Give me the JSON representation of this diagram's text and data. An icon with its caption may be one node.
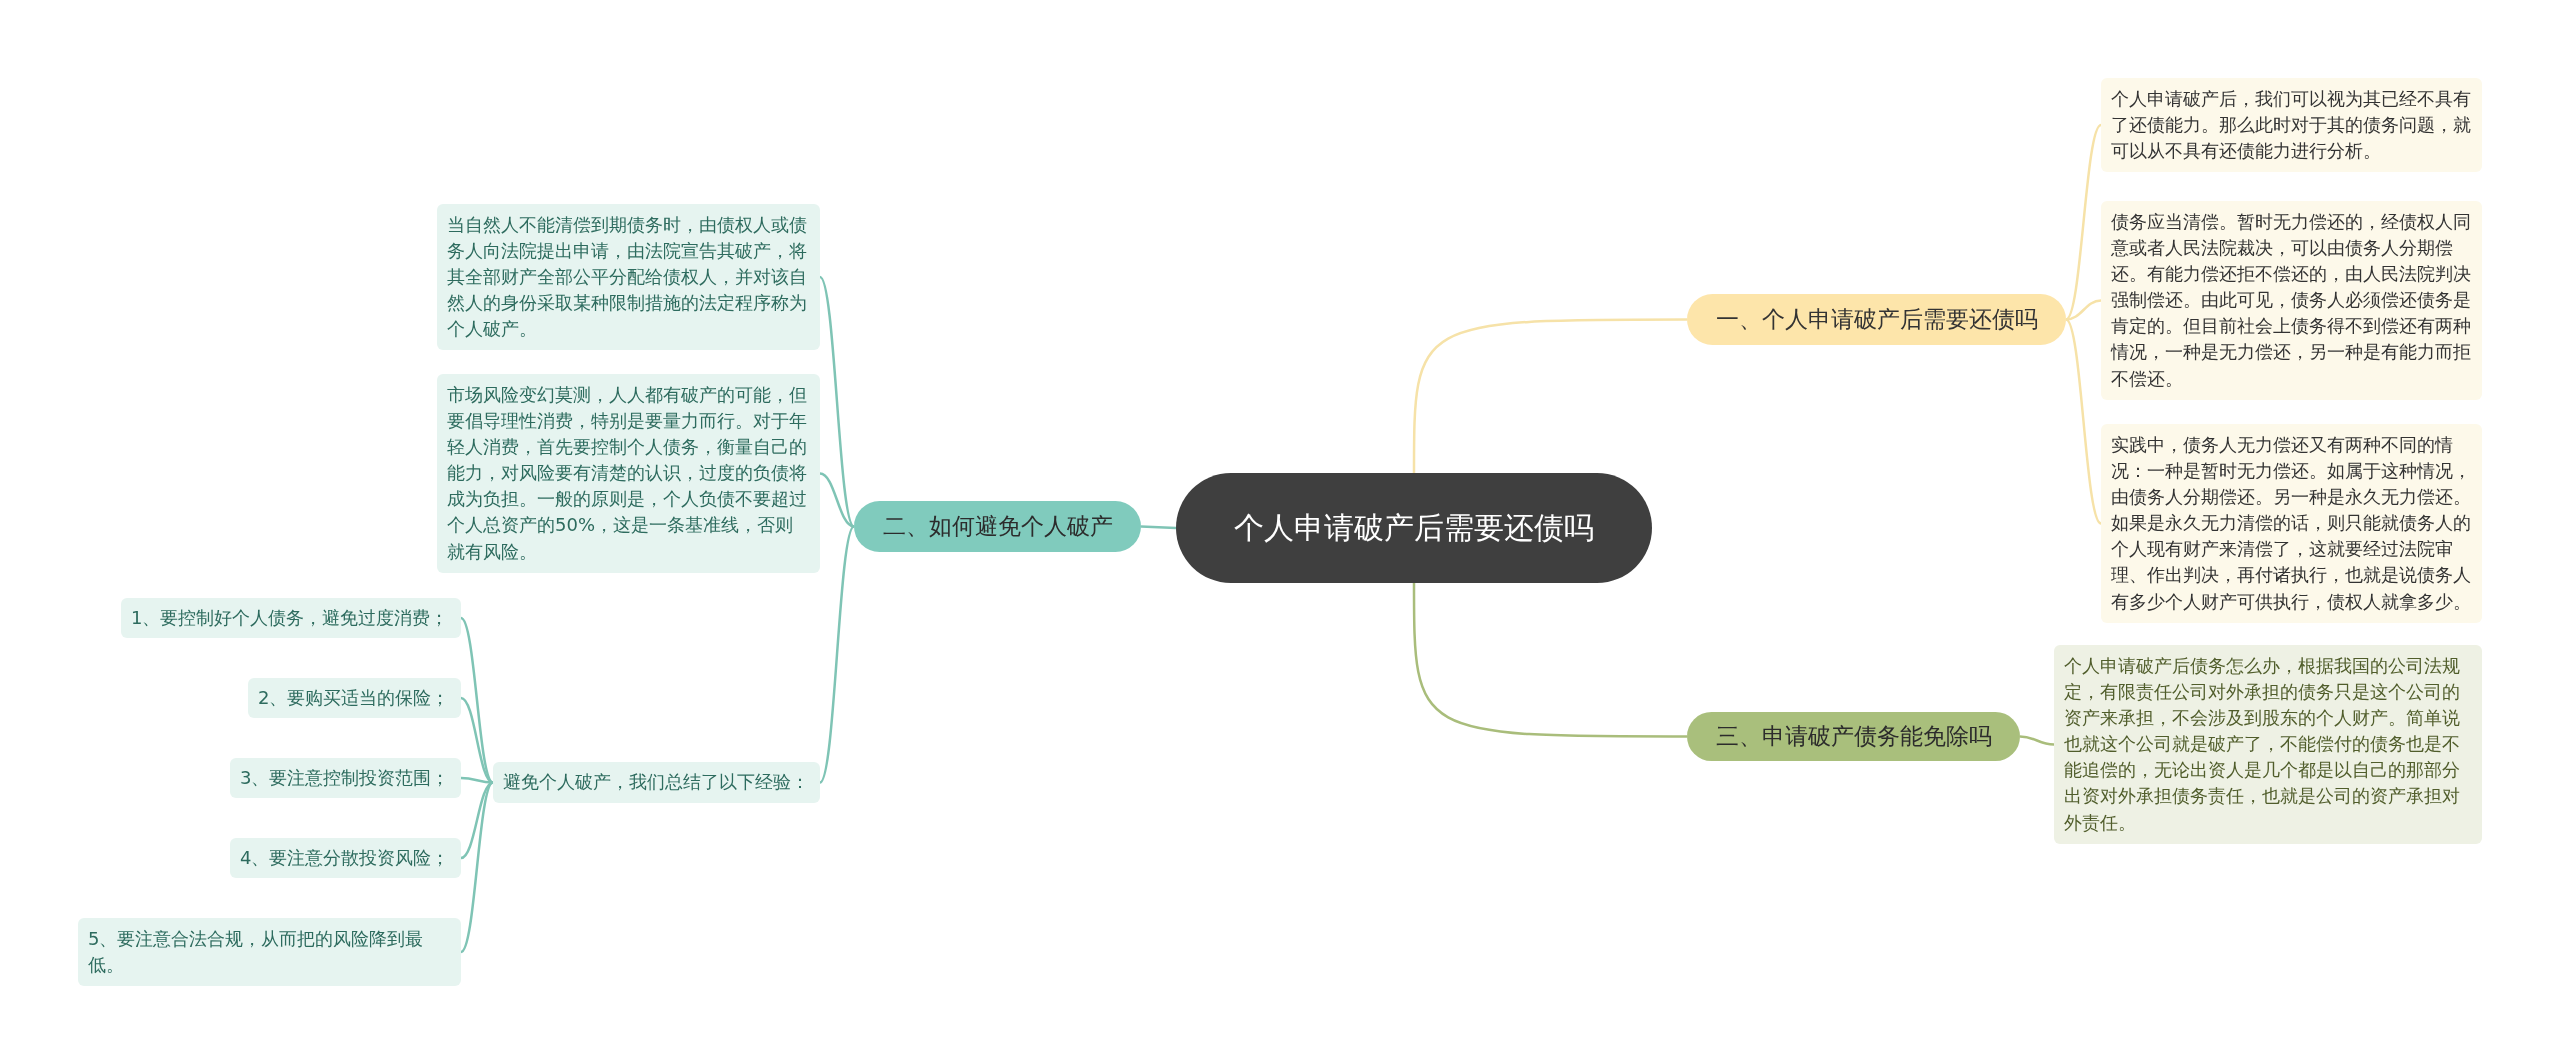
{
  "diagram": {
    "nodes": [
      {
        "text": [
          "个人申请破产后需要还债吗"
        ]
      },
      {
        "text": [
          "一、个人申请破产后需要还债吗"
        ]
      },
      {
        "text": [
          "个人申请破产后，我们可以视为其已经不具有了还债能力。那么此时对于其的债务问题，就可以从不具有还债能力进行分析。"
        ]
      },
      {
        "text": [
          "债务应当清偿。暂时无力偿还的，经债权人同意或者人民法院裁决，可以由债务人分期偿还。有能力偿还拒不偿还的，由人民法院判决强制偿还。由此可见，债务人必须偿还债务是肯定的。但目前社会上债务得不到偿还有两种情况，一种是无力偿还，另一种是有能力而拒不偿还。"
        ]
      },
      {
        "text": [
          "实践中，债务人无力偿还又有两种不同的情况：一种是暂时无力偿还。如属于这种情况，由债务人分期偿还。另一种是永久无力偿还。如果是永久无力清偿的话，则只能就债务人的个人现有财产来清偿了，这就要经过法院审理、作出判决，再付诸执行，也就是说债务人有多少个人财产可供执行，债权人就拿多少。"
        ]
      },
      {
        "text": [
          "二、如何避免个人破产"
        ]
      },
      {
        "text": [
          "当自然人不能清偿到期债务时，由债权人或债务人向法院提出申请，由法院宣告其破产，将其全部财产全部公平分配给债权人，并对该自然人的身份采取某种限制措施的法定程序称为个人破产。"
        ]
      },
      {
        "text": [
          "市场风险变幻莫测，人人都有破产的可能，但要倡导理性消费，特别是要量力而行。对于年轻人消费，首先要控制个人债务，衡量自己的能力，对风险要有清楚的认识，过度的负债将成为负担。一般的原则是，个人负债不要超过个人总资产的50%，这是一条基准线，否则就有风险。"
        ]
      },
      {
        "text": [
          "避免个人破产，我们总结了以下经验："
        ]
      },
      {
        "text": [
          "1、要控制好个人债务，避免过度消费；"
        ]
      },
      {
        "text": [
          "2、要购买适当的保险；"
        ]
      },
      {
        "text": [
          "3、要注意控制投资范围；"
        ]
      },
      {
        "text": [
          "4、要注意分散投资风险；"
        ]
      },
      {
        "text": [
          "5、要注意合法合规，从而把的风险降到最低。"
        ]
      },
      {
        "text": [
          "三、申请破产债务能免除吗"
        ]
      },
      {
        "text": [
          "个人申请破产后债务怎么办，根据我国的公司法规定，有限责任公司对外承担的债务只是这个公司的资产来承担，不会涉及到股东的个人财产。简单说也就这个公司就是破产了，不能偿付的债务也是不能追偿的，无论出资人是几个都是以自己的那部分出资对外承担债务责任，也就是公司的资产承担对外责任。"
        ]
      }
    ],
    "edges": [
      {
        "from": 0,
        "to": 1,
        "arrow": "none",
        "color": "#f6e2a8"
      },
      {
        "from": 1,
        "to": 2,
        "arrow": "none",
        "color": "#f6e2a8"
      },
      {
        "from": 1,
        "to": 3,
        "arrow": "none",
        "color": "#f6e2a8"
      },
      {
        "from": 1,
        "to": 4,
        "arrow": "none",
        "color": "#f6e2a8"
      },
      {
        "from": 0,
        "to": 5,
        "arrow": "none"
      },
      {
        "from": 5,
        "to": 6,
        "arrow": "none"
      },
      {
        "from": 5,
        "to": 7,
        "arrow": "none"
      },
      {
        "from": 5,
        "to": 8,
        "arrow": "none"
      },
      {
        "from": 8,
        "to": 9,
        "arrow": "none"
      },
      {
        "from": 8,
        "to": 10,
        "arrow": "none"
      },
      {
        "from": 8,
        "to": 11,
        "arrow": "none"
      },
      {
        "from": 8,
        "to": 12,
        "arrow": "none"
      },
      {
        "from": 8,
        "to": 13,
        "arrow": "none"
      },
      {
        "from": 0,
        "to": 14,
        "arrow": "none",
        "color": "#a9bd7b"
      },
      {
        "from": 14,
        "to": 15,
        "arrow": "none",
        "color": "#a9bd7b"
      }
    ]
  }
}
